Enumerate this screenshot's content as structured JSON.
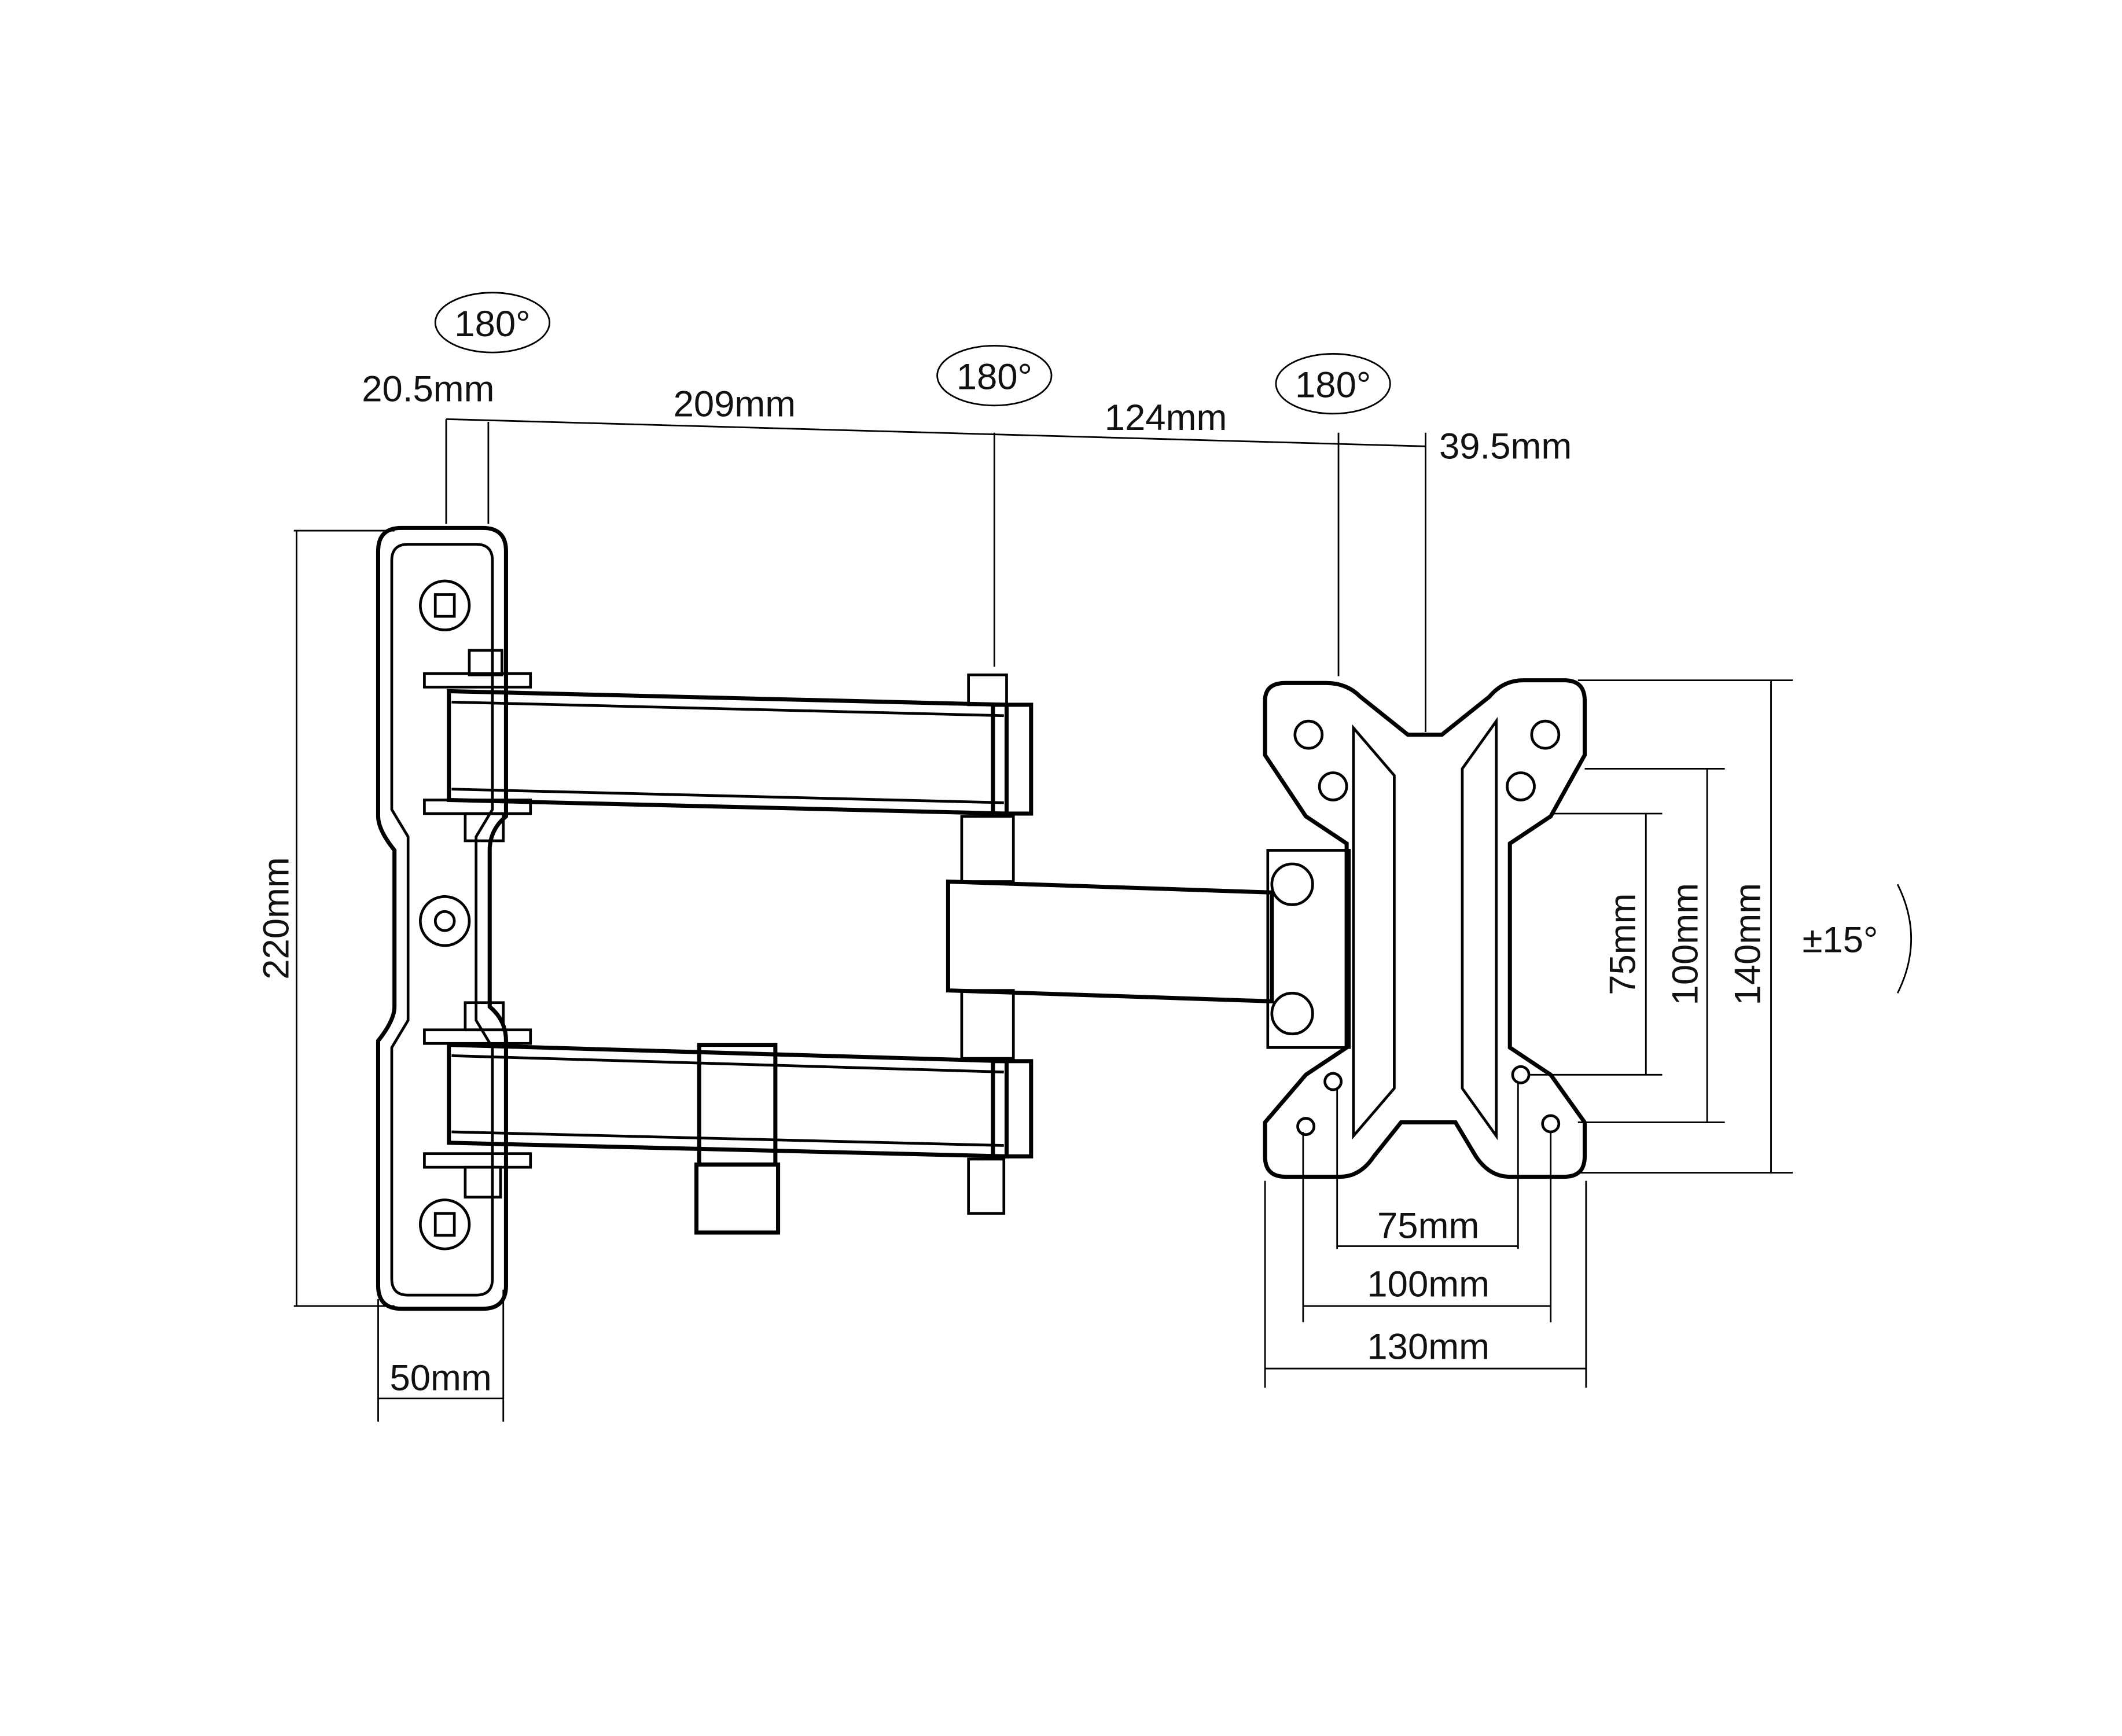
{
  "title": "Full-motion wall mount dimension drawing",
  "colors": {
    "line": "#000000",
    "background": "#ffffff"
  },
  "rotations": {
    "wall_pivot": "180°",
    "middle_pivot": "180°",
    "head_pivot": "180°",
    "tilt": "±15°"
  },
  "dimensions": {
    "wall_offset": "20.5mm",
    "arm1_length": "209mm",
    "arm2_length": "124mm",
    "head_depth": "39.5mm",
    "wall_plate_height": "220mm",
    "wall_plate_width": "50mm",
    "vesa_h_small": "75mm",
    "vesa_h_medium": "100mm",
    "plate_width": "130mm",
    "vesa_v_small": "75mm",
    "vesa_v_medium": "100mm",
    "plate_height": "140mm"
  }
}
